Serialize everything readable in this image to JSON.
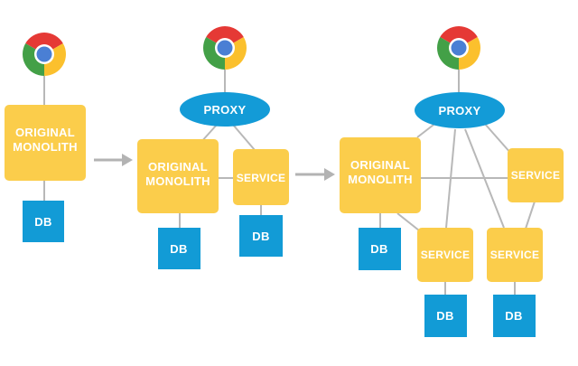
{
  "labels": {
    "original": "ORIGINAL",
    "monolith": "MONOLITH",
    "proxy": "PROXY",
    "service": "SERVICE",
    "db": "DB"
  },
  "icons": {
    "browser": "chrome-icon"
  },
  "colors": {
    "monolith_service_fill": "#fbcd4b",
    "db_fill": "#129bd6",
    "proxy_fill": "#139bd7",
    "connector": "#b8b8b8",
    "label_text": "#ffffff"
  }
}
